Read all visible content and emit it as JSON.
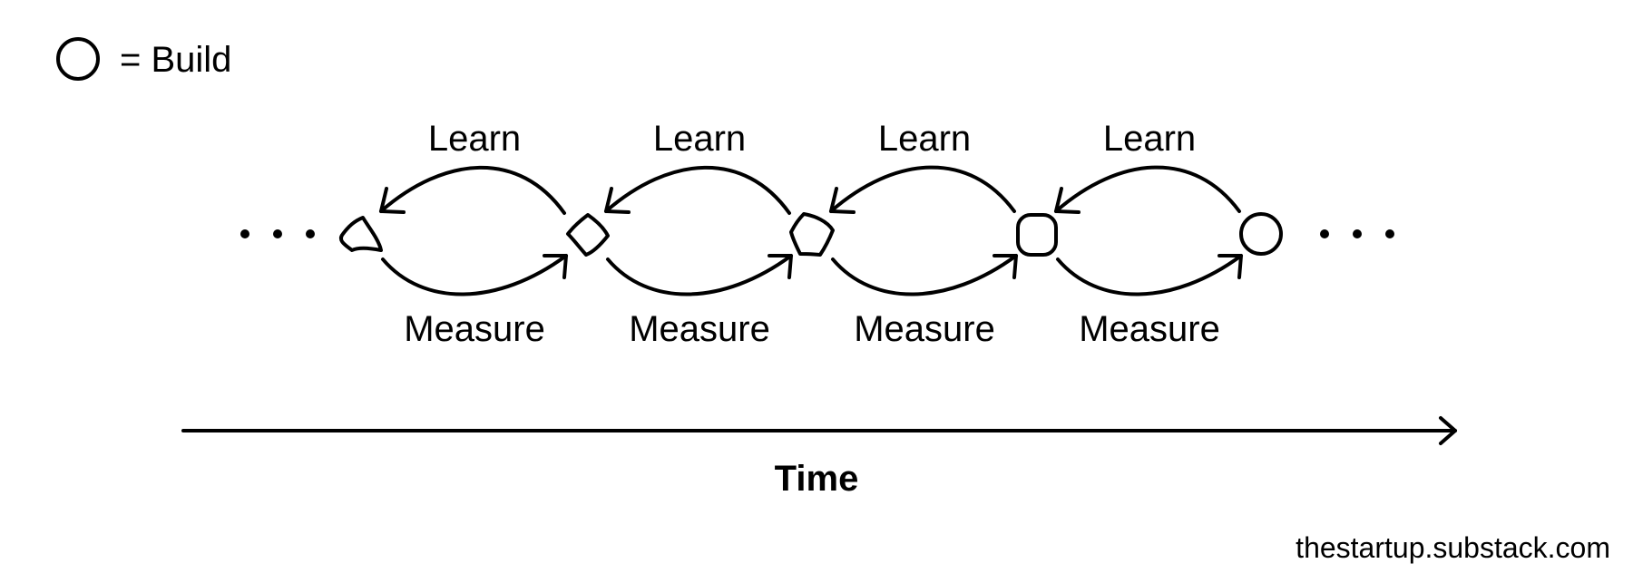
{
  "legend": {
    "symbol": "circle-icon",
    "text": "= Build"
  },
  "loop": {
    "learn_label": "Learn",
    "measure_label": "Measure",
    "count": 4,
    "ellipsis_left": "...",
    "ellipsis_right": "..."
  },
  "nodes": [
    {
      "shape": "irregular-blob"
    },
    {
      "shape": "irregular-blob"
    },
    {
      "shape": "irregular-blob"
    },
    {
      "shape": "rounded-square"
    },
    {
      "shape": "circle"
    }
  ],
  "axis": {
    "title": "Time"
  },
  "credit": {
    "text": "thestartup.substack.com"
  },
  "colors": {
    "ink": "#000000",
    "background": "#ffffff"
  }
}
